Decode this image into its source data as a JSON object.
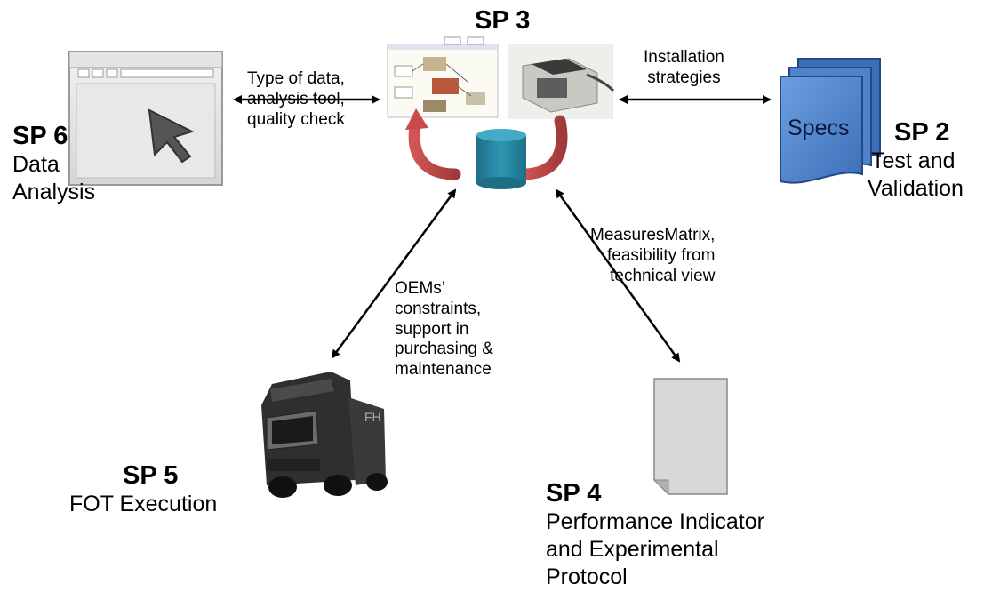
{
  "nodes": {
    "sp3": {
      "title": "SP 3"
    },
    "sp6": {
      "title": "SP 6",
      "subtitle": [
        "Data",
        "Analysis"
      ]
    },
    "sp2": {
      "title": "SP 2",
      "subtitle": [
        "Test and",
        "Validation"
      ],
      "doc_label": "Specs"
    },
    "sp5": {
      "title": "SP 5",
      "subtitle": [
        "FOT Execution"
      ]
    },
    "sp4": {
      "title": "SP 4",
      "subtitle": [
        "Performance Indicator",
        "and Experimental",
        "Protocol"
      ]
    }
  },
  "edges": {
    "sp3_sp6": [
      "Type of data,",
      "analysis tool,",
      "quality check"
    ],
    "sp3_sp2": [
      "Installation",
      "strategies"
    ],
    "sp3_sp5": [
      "OEMs’",
      "constraints,",
      "support in",
      "purchasing &",
      "maintenance"
    ],
    "sp3_sp4": [
      "MeasuresMatrix,",
      "feasibility from",
      "technical view"
    ]
  },
  "colors": {
    "specs_doc": "#4a7fc9",
    "database": "#2a8aa6",
    "cycle_arrow": "#c84a4a",
    "truck": "#2a2a2a"
  }
}
